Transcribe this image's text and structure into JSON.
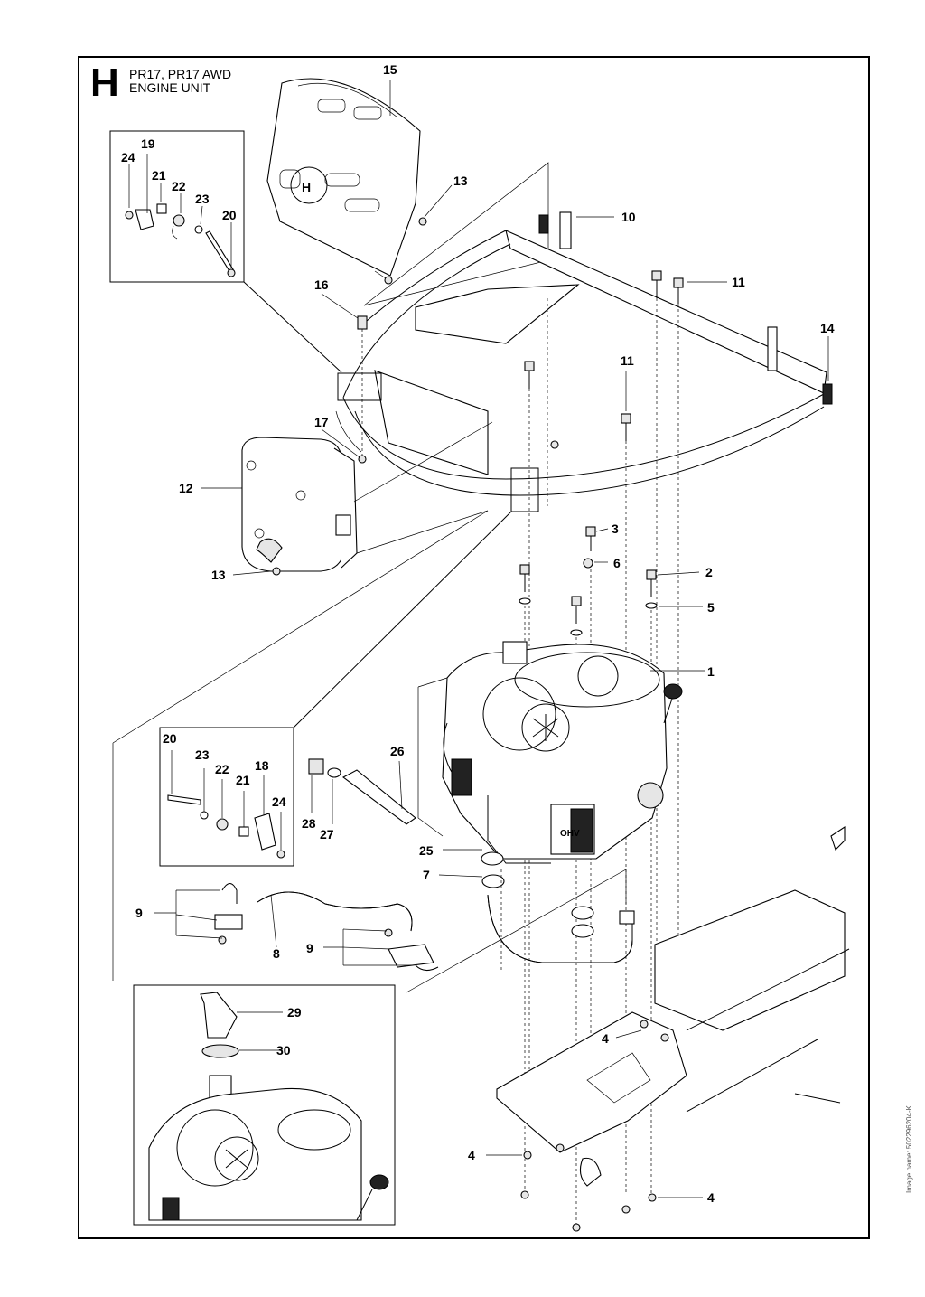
{
  "header": {
    "section_letter": "H",
    "title_line1": "PR17, PR17 AWD",
    "title_line2": "ENGINE UNIT"
  },
  "image_name": "Image name: 502296204-K",
  "callouts": {
    "c15": "15",
    "c13a": "13",
    "c10": "10",
    "c11a": "11",
    "c16": "16",
    "c14": "14",
    "c11b": "11",
    "c17": "17",
    "c12": "12",
    "c13b": "13",
    "c3": "3",
    "c6": "6",
    "c2": "2",
    "c5": "5",
    "c1": "1",
    "c26": "26",
    "c28": "28",
    "c27": "27",
    "c25": "25",
    "c7": "7",
    "c9a": "9",
    "c8": "8",
    "c9b": "9",
    "c4a": "4",
    "c4b": "4",
    "c4c": "4",
    "c29": "29",
    "c30": "30",
    "i1_19": "19",
    "i1_24": "24",
    "i1_21": "21",
    "i1_22": "22",
    "i1_23": "23",
    "i1_20": "20",
    "i2_20": "20",
    "i2_23": "23",
    "i2_22": "22",
    "i2_21": "21",
    "i2_18": "18",
    "i2_24": "24"
  },
  "brand_mark": "H",
  "engine_badge": "OHV"
}
